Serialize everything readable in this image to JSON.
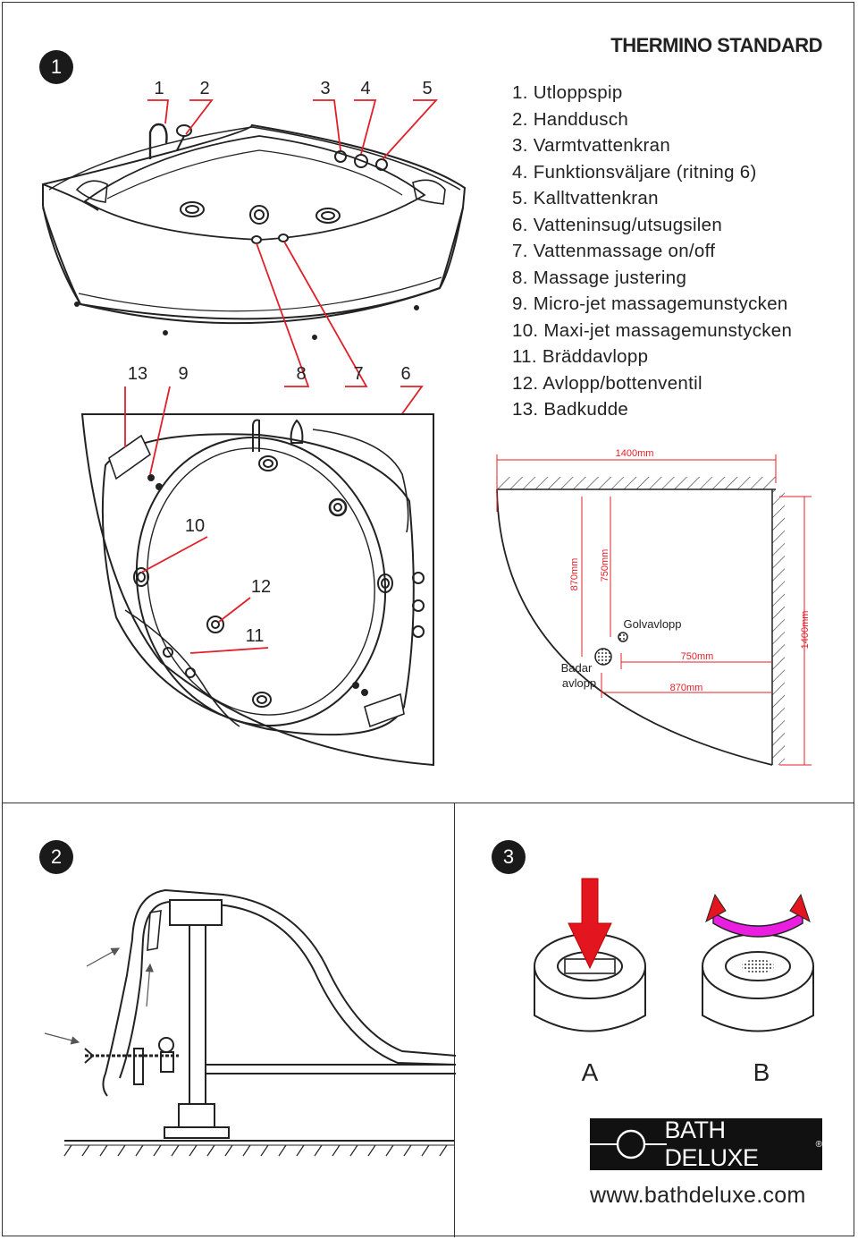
{
  "sections": [
    {
      "id": "1",
      "label": "1"
    },
    {
      "id": "2",
      "label": "2"
    },
    {
      "id": "3",
      "label": "3"
    }
  ],
  "title": "THERMINO STANDARD",
  "legend": [
    "1. Utloppspip",
    "2. Handdusch",
    "3. Varmtvattenkran",
    "4. Funktionsväljare (ritning 6)",
    "5. Kalltvattenkran",
    "6. Vatteninsug/utsugsilen",
    "7. Vattenmassage on/off",
    "8. Massage justering",
    "9. Micro-jet massagemunstycken",
    "10. Maxi-jet massagemunstycken",
    "11. Bräddavlopp",
    "12. Avlopp/bottenventil",
    "13. Badkudde"
  ],
  "callouts_top": [
    "1",
    "2",
    "3",
    "4",
    "5"
  ],
  "callouts_bottom": [
    "13",
    "9",
    "8",
    "7",
    "6"
  ],
  "callouts_plan": [
    "10",
    "12",
    "11"
  ],
  "dimensions": {
    "width_top": "1400mm",
    "height_right": "1400mm",
    "v_870": "870mm",
    "v_750": "750mm",
    "h_750": "750mm",
    "h_870": "870mm",
    "floor_drain": "Golvavlopp",
    "tub_drain_line1": "Badar",
    "tub_drain_line2": "avlopp"
  },
  "step3_labels": [
    "A",
    "B"
  ],
  "brand": {
    "name": "BATH DELUXE",
    "reg": "®"
  },
  "website": "www.bathdeluxe.com",
  "colors": {
    "callout_line": "#e0202a",
    "arrow_red": "#e3161f",
    "arrow_magenta": "#e91ee0",
    "ink": "#222222"
  }
}
